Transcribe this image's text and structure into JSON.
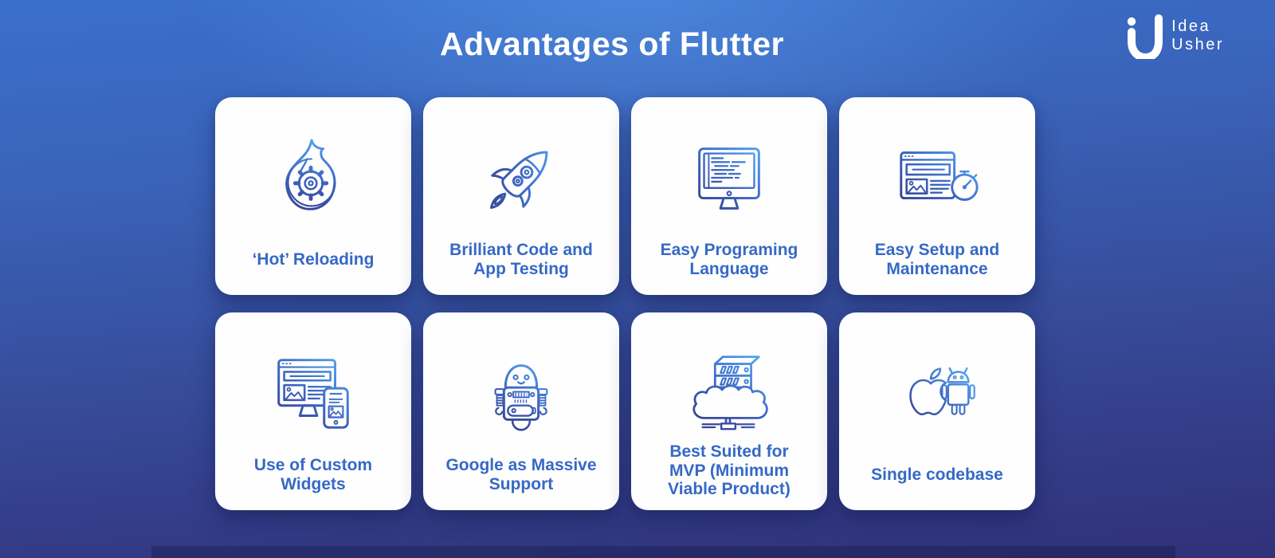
{
  "page": {
    "title": "Advantages of Flutter"
  },
  "logo": {
    "word1": "Idea",
    "word2": "Usher"
  },
  "colors": {
    "background_top": "#4a86dc",
    "background_bottom": "#303179",
    "card_background": "#ffffff",
    "title_text": "#ffffff",
    "label_text": "#3569c6",
    "icon_gradient_light": "#54a5f4",
    "icon_gradient_dark": "#36418f",
    "logo_text": "#ffffff"
  },
  "cards": [
    {
      "label": "‘Hot’ Reloading",
      "icon": "flame-gear-icon"
    },
    {
      "label": "Brilliant Code and App Testing",
      "icon": "rocket-icon"
    },
    {
      "label": "Easy Programing Language",
      "icon": "monitor-code-icon"
    },
    {
      "label": "Easy Setup and Maintenance",
      "icon": "browser-stopwatch-icon"
    },
    {
      "label": "Use of Custom Widgets",
      "icon": "responsive-devices-icon"
    },
    {
      "label": "Google as Massive Support",
      "icon": "robot-icon"
    },
    {
      "label": "Best Suited for MVP (Minimum Viable Product)",
      "icon": "server-cloud-icon"
    },
    {
      "label": "Single codebase",
      "icon": "apple-android-icon"
    }
  ]
}
